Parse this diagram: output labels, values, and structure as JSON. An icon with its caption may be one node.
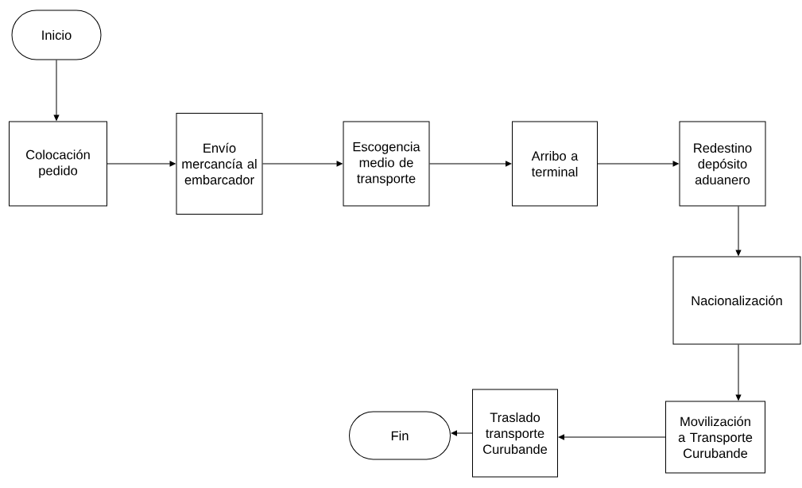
{
  "diagram": {
    "nodes": [
      {
        "text": [
          "Inicio"
        ]
      },
      {
        "text": [
          "Colocación pedido"
        ]
      },
      {
        "text": [
          "Envío mercancía al embarcador"
        ]
      },
      {
        "text": [
          "Escogencia medio de transporte"
        ]
      },
      {
        "text": [
          "Arribo a terminal"
        ]
      },
      {
        "text": [
          "Redestino depósito aduanero"
        ]
      },
      {
        "text": [
          "Nacionalización"
        ]
      },
      {
        "text": [
          "Movilización a Transporte Curubande"
        ]
      },
      {
        "text": [
          "Traslado transporte Curubande"
        ]
      },
      {
        "text": [
          "Fin"
        ]
      }
    ],
    "edges": [
      {
        "from": 0,
        "to": 1,
        "arrow": "to"
      },
      {
        "from": 1,
        "to": 2,
        "arrow": "to"
      },
      {
        "from": 2,
        "to": 3,
        "arrow": "to"
      },
      {
        "from": 3,
        "to": 4,
        "arrow": "to"
      },
      {
        "from": 4,
        "to": 5,
        "arrow": "to"
      },
      {
        "from": 5,
        "to": 6,
        "arrow": "to"
      },
      {
        "from": 6,
        "to": 7,
        "arrow": "to"
      },
      {
        "from": 7,
        "to": 8,
        "arrow": "to"
      },
      {
        "from": 8,
        "to": 9,
        "arrow": "to"
      }
    ]
  }
}
